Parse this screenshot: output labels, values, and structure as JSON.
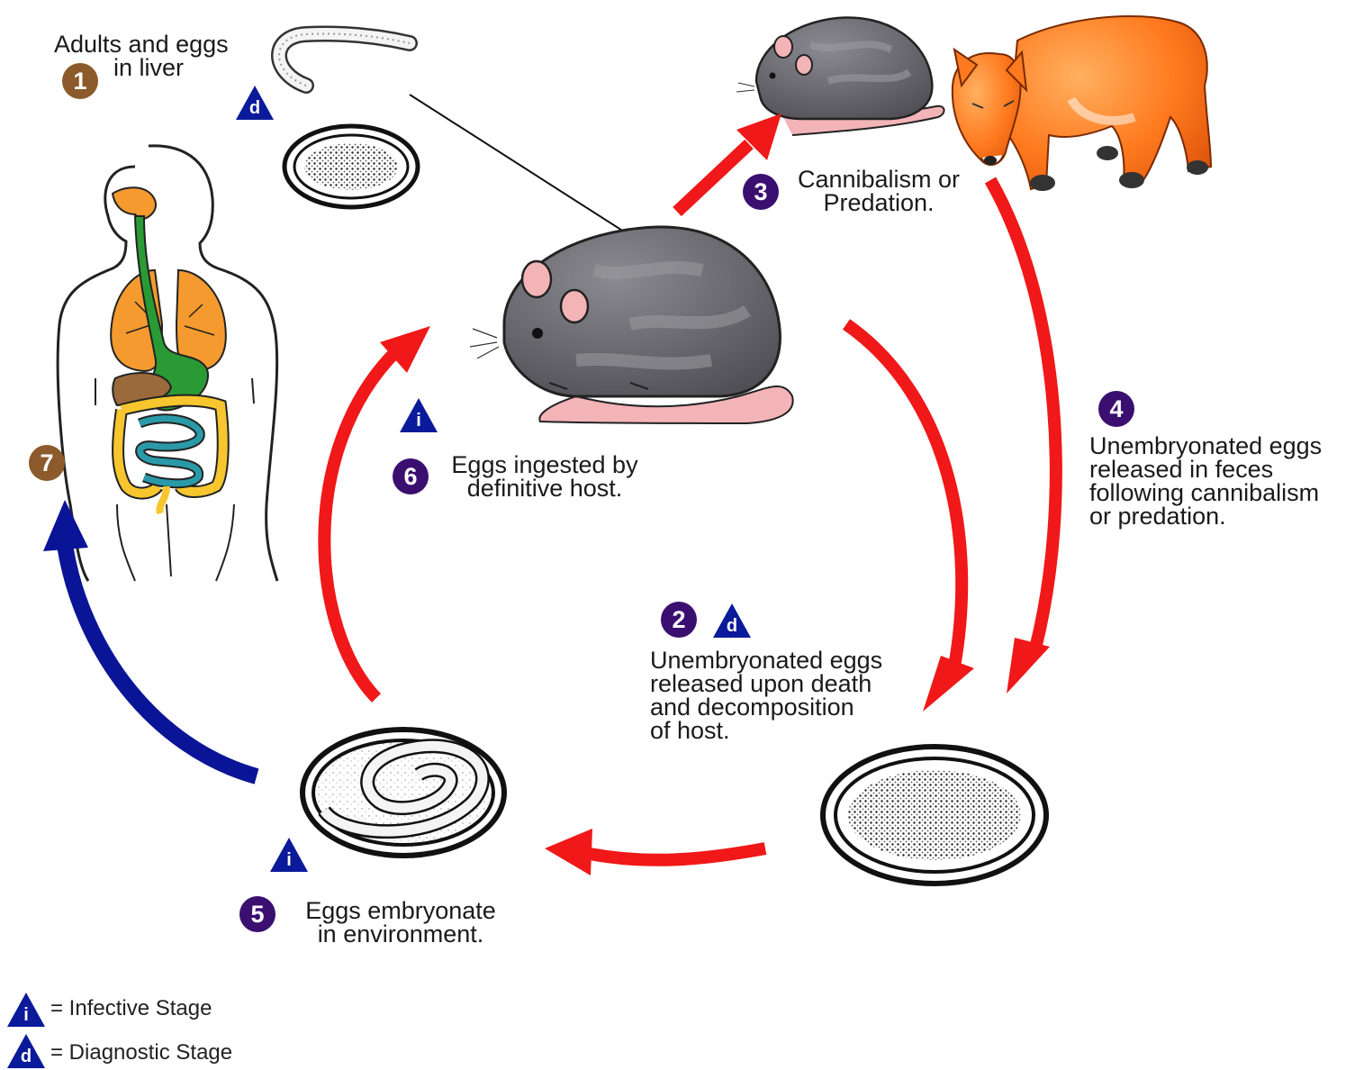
{
  "colors": {
    "stage_badge": "#3b0f70",
    "human_badge": "#8c5a2b",
    "stage_triangle": "#0a1a9a",
    "red_arrow": "#f01818",
    "blue_arrow": "#0a1496",
    "rat": "#6e6e74",
    "fox": "#ff7a1e"
  },
  "icons": {
    "infective": "infective-stage-triangle-icon",
    "diagnostic": "diagnostic-stage-triangle-icon"
  },
  "steps": {
    "s1": {
      "number": "1",
      "lines": [
        "Adults and eggs",
        "in liver"
      ]
    },
    "s2": {
      "number": "2",
      "lines": [
        "Unembryonated eggs",
        "released upon death",
        "and decomposition",
        "of host."
      ]
    },
    "s3": {
      "number": "3",
      "lines": [
        "Cannibalism or",
        "Predation."
      ]
    },
    "s4": {
      "number": "4",
      "lines": [
        "Unembryonated eggs",
        "released in feces",
        "following cannibalism",
        "or predation."
      ]
    },
    "s5": {
      "number": "5",
      "lines": [
        "Eggs embryonate",
        "in environment."
      ]
    },
    "s6": {
      "number": "6",
      "lines": [
        "Eggs ingested by",
        "definitive host."
      ]
    },
    "s7": {
      "number": "7"
    }
  },
  "markers": {
    "infective": "i",
    "diagnostic": "d"
  },
  "legend": {
    "infective": "= Infective Stage",
    "diagnostic": "= Diagnostic Stage"
  }
}
